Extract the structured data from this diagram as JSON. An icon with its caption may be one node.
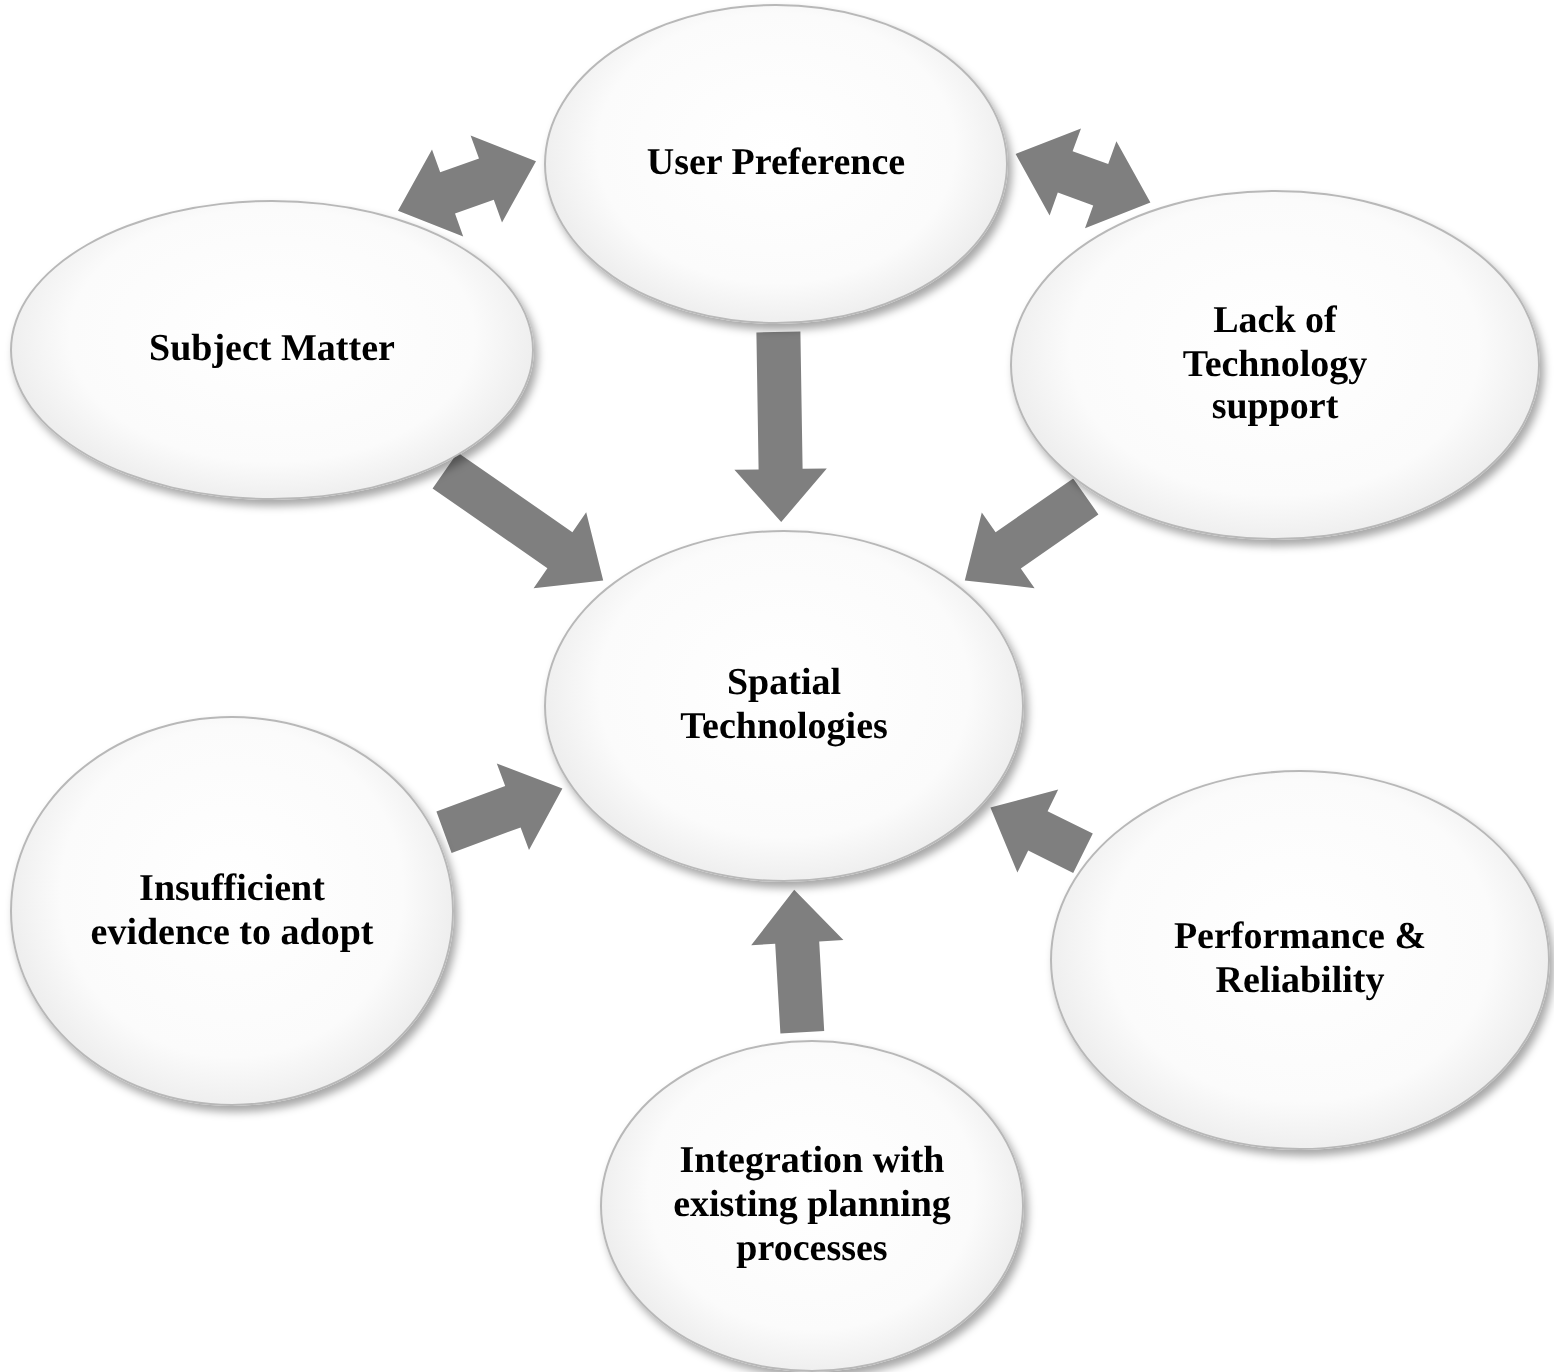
{
  "diagram": {
    "nodes": [
      {
        "text": [
          "User Preference"
        ]
      },
      {
        "text": [
          "Subject Matter"
        ]
      },
      {
        "text": [
          "Lack of Technology support"
        ]
      },
      {
        "text": [
          "Spatial Technologies"
        ]
      },
      {
        "text": [
          "Insufficient evidence to adopt"
        ]
      },
      {
        "text": [
          "Performance & Reliability"
        ]
      },
      {
        "text": [
          "Integration with existing planning processes"
        ]
      }
    ],
    "edges": [
      {
        "from": 1,
        "to": 0,
        "arrow": "both"
      },
      {
        "from": 0,
        "to": 2,
        "arrow": "both"
      },
      {
        "from": 0,
        "to": 3,
        "arrow": "to"
      },
      {
        "from": 1,
        "to": 3,
        "arrow": "to"
      },
      {
        "from": 2,
        "to": 3,
        "arrow": "to"
      },
      {
        "from": 4,
        "to": 3,
        "arrow": "to"
      },
      {
        "from": 5,
        "to": 3,
        "arrow": "to"
      },
      {
        "from": 6,
        "to": 3,
        "arrow": "to"
      }
    ]
  }
}
